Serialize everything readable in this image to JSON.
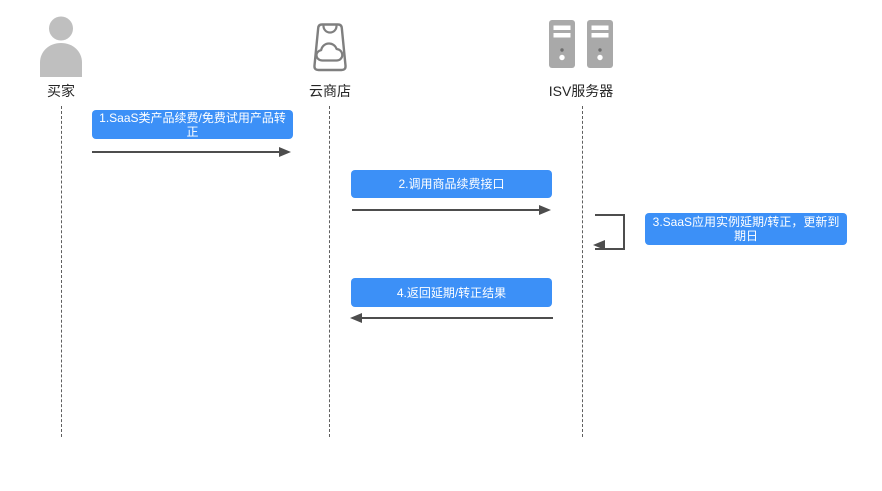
{
  "diagram": {
    "type": "sequence-diagram",
    "actors": [
      {
        "label": "买家",
        "icon": "person-icon"
      },
      {
        "label": "云商店",
        "icon": "store-bag-icon"
      },
      {
        "label": "ISV服务器",
        "icon": "server-towers-icon"
      }
    ],
    "messages": [
      {
        "seq": 1,
        "label": "1.SaaS类产品续费/免费试用产品转正",
        "from": "买家",
        "to": "云商店",
        "arrow": "right"
      },
      {
        "seq": 2,
        "label": "2.调用商品续费接口",
        "from": "云商店",
        "to": "ISV服务器",
        "arrow": "right"
      },
      {
        "seq": 3,
        "label": "3.SaaS应用实例延期/转正，更新到期日",
        "from": "ISV服务器",
        "to": "ISV服务器",
        "arrow": "self"
      },
      {
        "seq": 4,
        "label": "4.返回延期/转正结果",
        "from": "ISV服务器",
        "to": "云商店",
        "arrow": "left"
      }
    ],
    "colors": {
      "message_box": "#3c90f7",
      "message_text": "#ffffff",
      "arrow_line": "#4d4d4d",
      "lifeline": "#5f5f5f",
      "person_icon": "#bfbfbf",
      "bag_icon_outline": "#7f7f7f",
      "server_icon": "#a9a9a9",
      "label_text": "#262626",
      "background": "#ffffff"
    }
  }
}
